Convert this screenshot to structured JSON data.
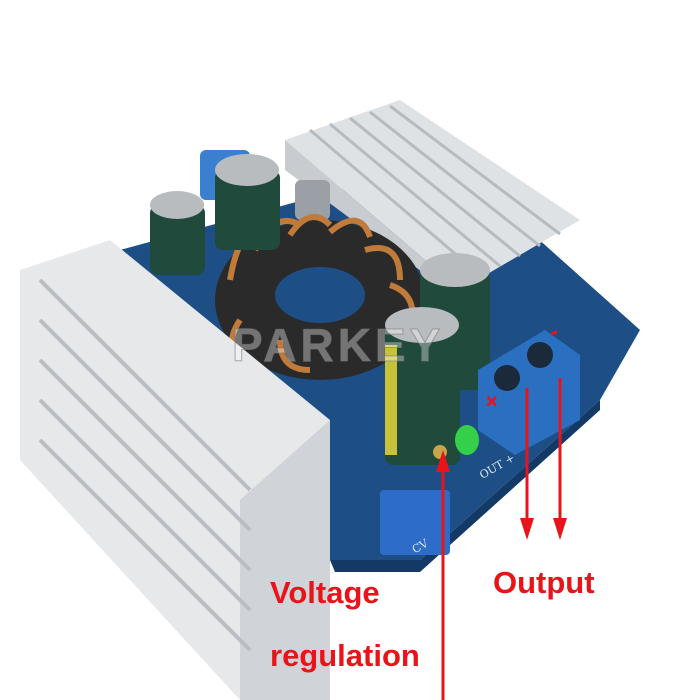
{
  "annotations": {
    "voltage_label_line1": "Voltage",
    "voltage_label_line2": "regulation",
    "output_label": "Output",
    "plus_mark": "+",
    "minus_mark": "-"
  },
  "board_silkscreen": {
    "out_plus": "OUT +",
    "cv": "CV"
  },
  "watermark": "PARKEY",
  "colors": {
    "annotation": "#e8141a",
    "pcb": "#1d4f86",
    "terminal_block": "#2a6fc0",
    "heatsink": "#e6e8ea",
    "copper": "#c07a3a",
    "capacitor": "#1f4a3c",
    "led": "#35d04a"
  }
}
